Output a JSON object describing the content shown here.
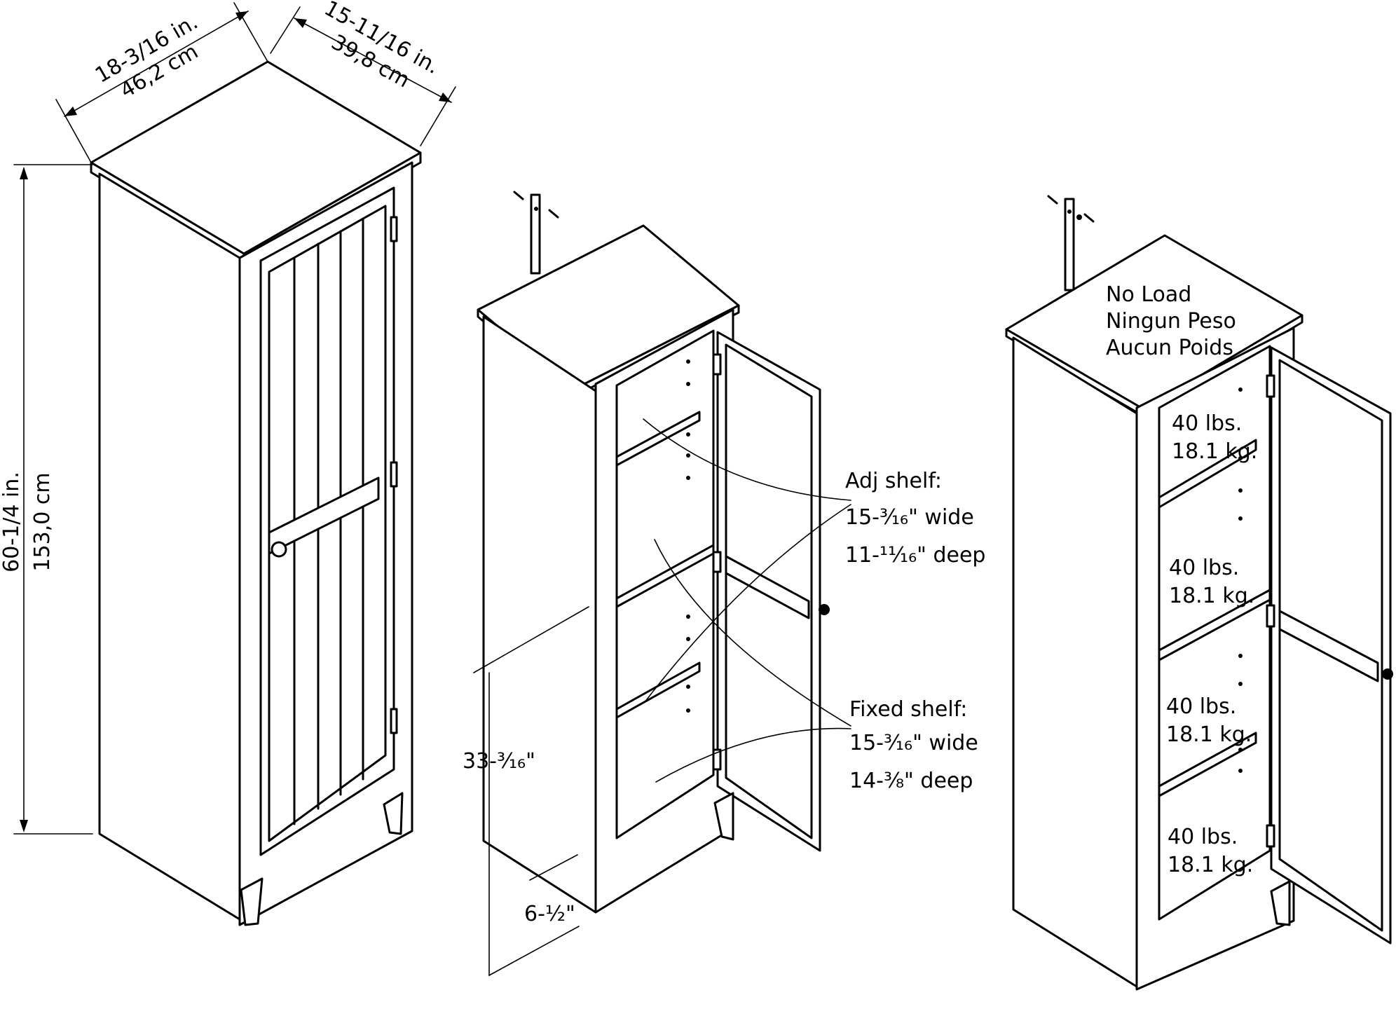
{
  "dimensions": {
    "width_in": "18-3/16 in.",
    "width_cm": "46,2 cm",
    "depth_in": "15-11/16 in.",
    "depth_cm": "39,8 cm",
    "height_in": "60-1/4 in.",
    "height_cm": "153,0 cm"
  },
  "middle": {
    "height_label": "33-³⁄₁₆\"",
    "toe_label": "6-½\"",
    "adj_shelf": {
      "title": "Adj shelf:",
      "width": "15-³⁄₁₆\" wide",
      "depth": "11-¹¹⁄₁₆\" deep"
    },
    "fixed_shelf": {
      "title": "Fixed shelf:",
      "width": "15-³⁄₁₆\" wide",
      "depth": "14-³⁄₈\" deep"
    }
  },
  "right": {
    "top_note": [
      "No Load",
      "Ningun Peso",
      "Aucun Poids"
    ],
    "shelf_loads": [
      {
        "lbs": "40 lbs.",
        "kg": "18.1 kg."
      },
      {
        "lbs": "40 lbs.",
        "kg": "18.1 kg."
      },
      {
        "lbs": "40 lbs.",
        "kg": "18.1 kg."
      },
      {
        "lbs": "40 lbs.",
        "kg": "18.1 kg."
      }
    ]
  }
}
